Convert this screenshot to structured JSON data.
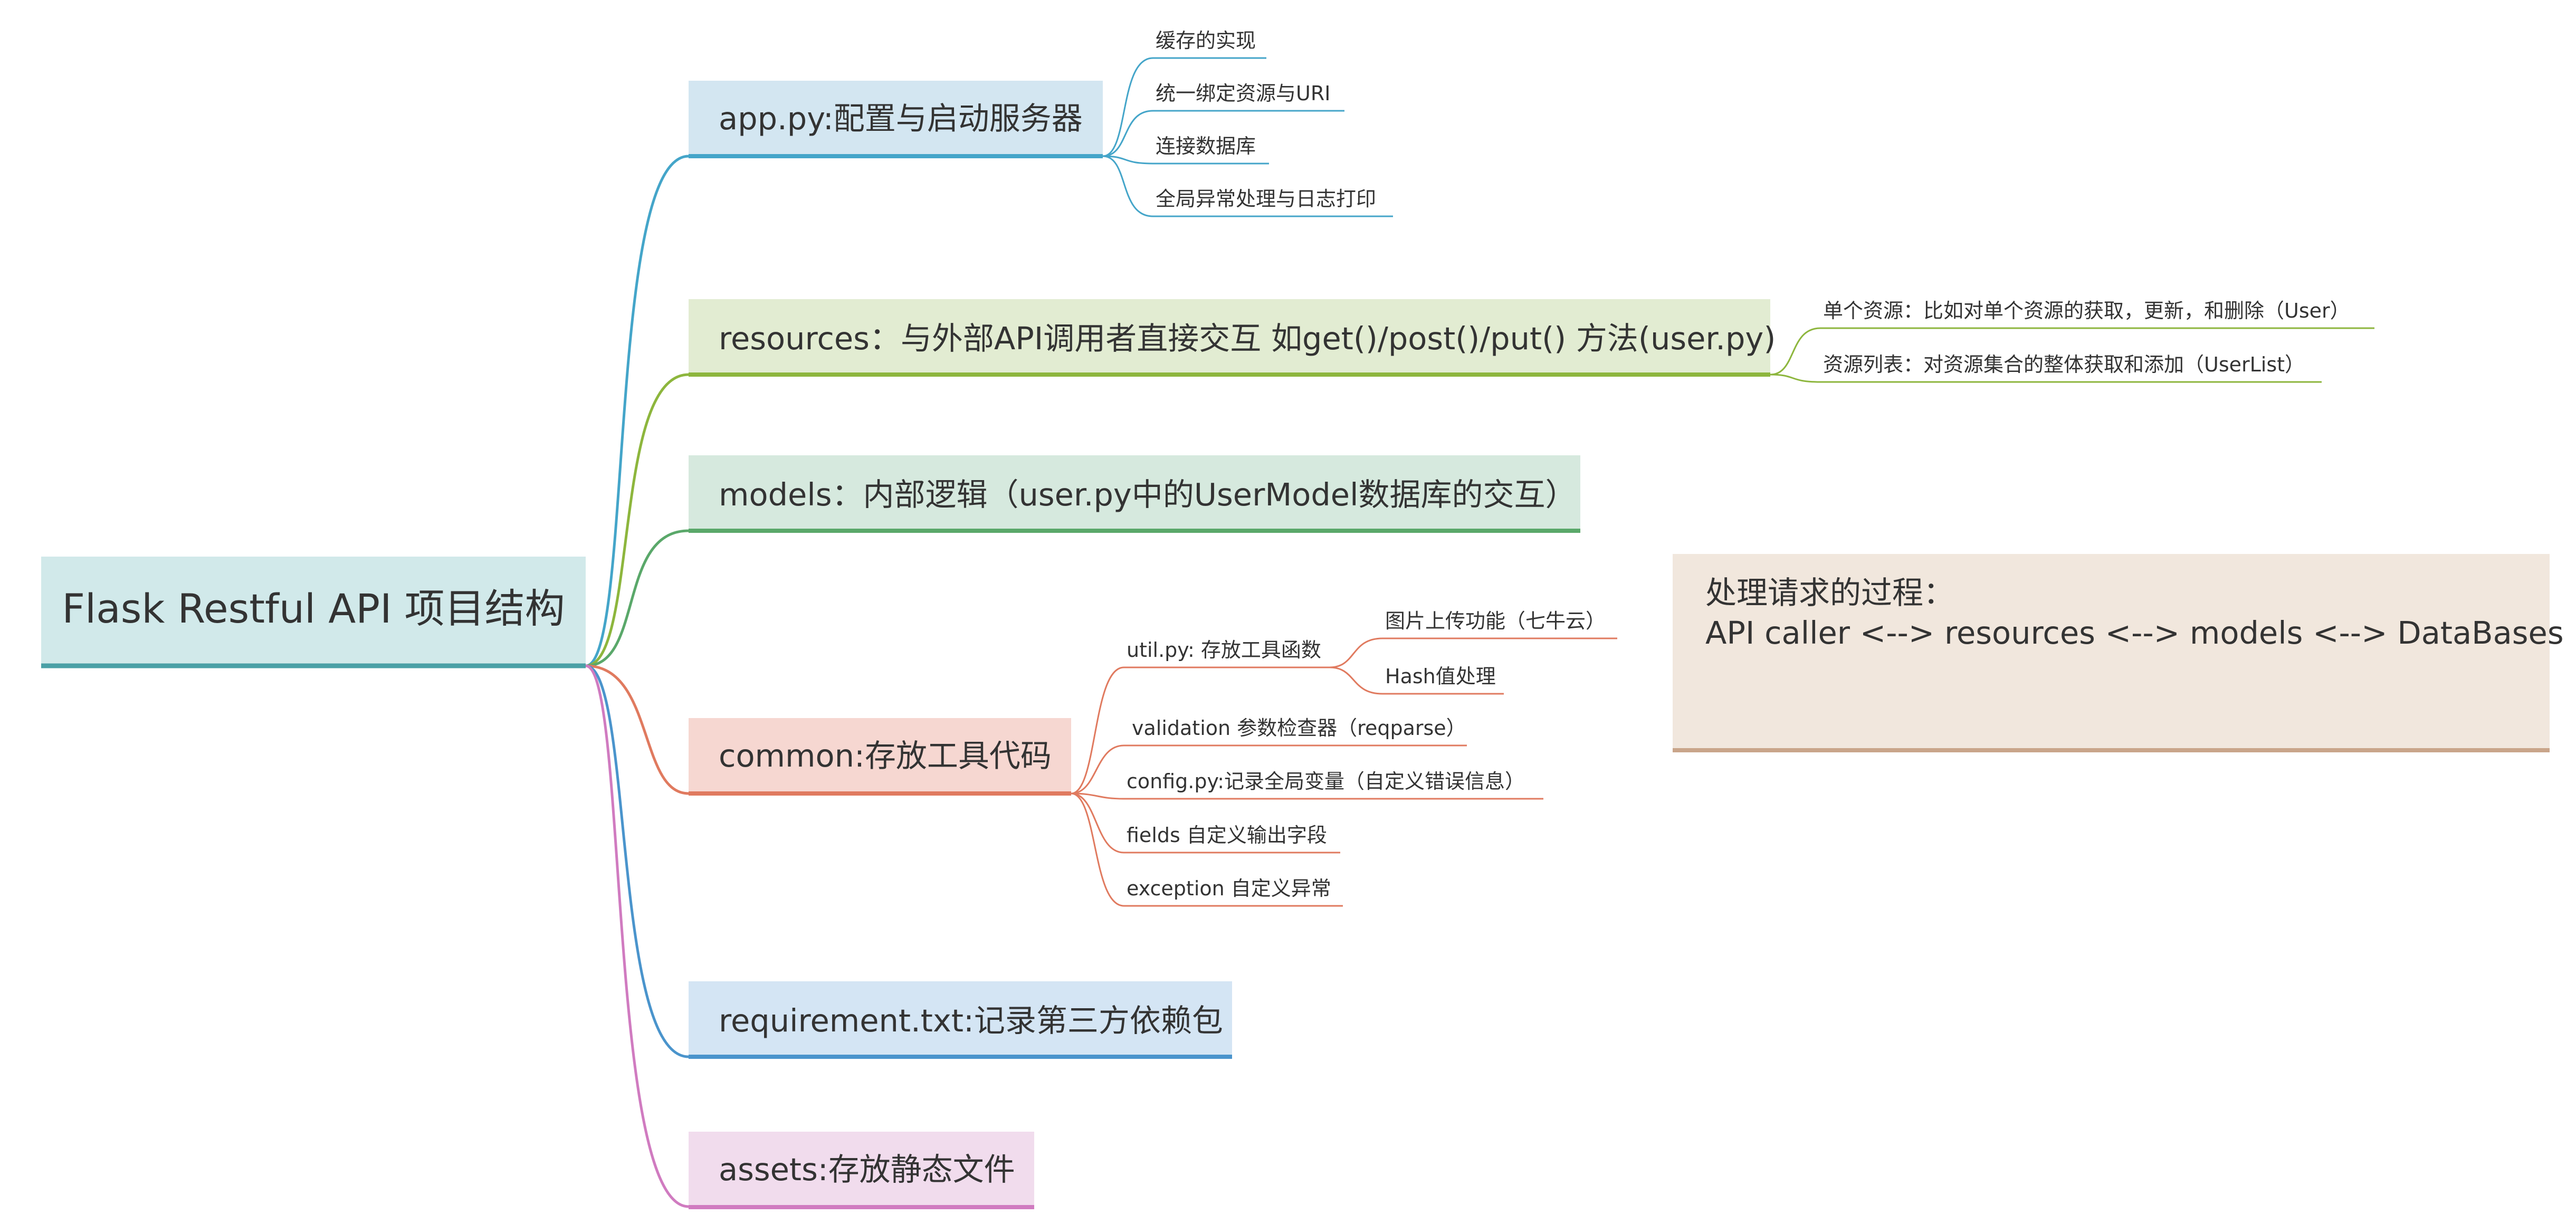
{
  "root": {
    "label": "Flask Restful API 项目结构",
    "fill": "#d1e9ea",
    "line": "#4aa0a6"
  },
  "branches": [
    {
      "id": "app",
      "label": "app.py:配置与启动服务器",
      "color": "#44a5c9",
      "fill": "#d3e6f1",
      "children": [
        "缓存的实现",
        "统一绑定资源与URI",
        "连接数据库",
        "全局异常处理与日志打印"
      ]
    },
    {
      "id": "resources",
      "label": "resources：与外部API调用者直接交互 如get()/post()/put() 方法(user.py)",
      "color": "#8db63d",
      "fill": "#e2ecd2",
      "children": [
        "单个资源：比如对单个资源的获取，更新，和删除（User）",
        "资源列表：对资源集合的整体获取和添加（UserList）"
      ]
    },
    {
      "id": "models",
      "label": "models：内部逻辑（user.py中的UserModel数据库的交互）",
      "color": "#5aa86a",
      "fill": "#d6e9de",
      "children": []
    },
    {
      "id": "common",
      "label": "common:存放工具代码",
      "color": "#e07a5f",
      "fill": "#f6d7d1",
      "children": [
        {
          "label": "util.py: 存放工具函数",
          "children": [
            "图片上传功能（七牛云）",
            "Hash值处理"
          ]
        },
        "validation 参数检查器（reqparse）",
        "config.py:记录全局变量（自定义错误信息）",
        "fields 自定义输出字段",
        "exception 自定义异常"
      ]
    },
    {
      "id": "requirement",
      "label": "requirement.txt:记录第三方依赖包",
      "color": "#4a94cc",
      "fill": "#d4e5f4",
      "children": []
    },
    {
      "id": "assets",
      "label": "assets:存放静态文件",
      "color": "#d07bc0",
      "fill": "#f1dced",
      "children": []
    }
  ],
  "note": {
    "lines": [
      "处理请求的过程：",
      "API caller <--> resources <--> models <--> DataBases"
    ],
    "fill": "#f1e7dd",
    "line": "#c9a58a"
  }
}
